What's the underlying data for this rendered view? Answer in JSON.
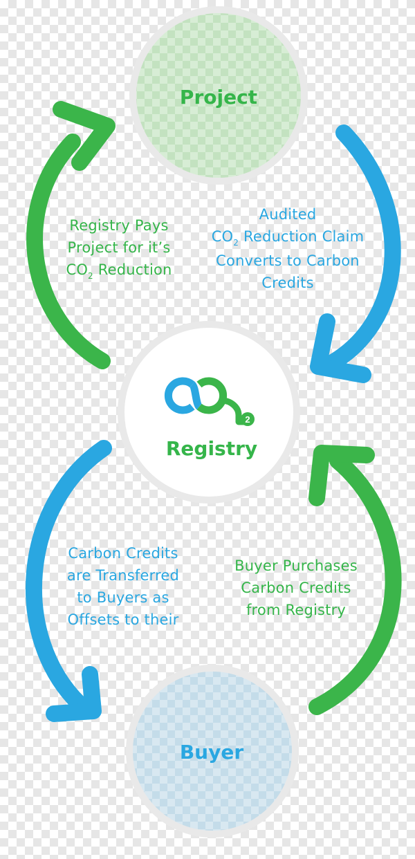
{
  "nodes": {
    "project": {
      "title": "Project"
    },
    "registry": {
      "title": "Registry",
      "logo_text": "CO",
      "logo_sub": "2"
    },
    "buyer": {
      "title": "Buyer"
    }
  },
  "flows": {
    "registry_to_project": {
      "line1": "Registry Pays",
      "line2": "Project for it’s",
      "line3_pre": "CO",
      "line3_sub": "2",
      "line3_post": " Reduction"
    },
    "project_to_registry": {
      "line1": "Audited",
      "line2_pre": "CO",
      "line2_sub": "2",
      "line2_post": " Reduction Claim",
      "line3": "Converts to Carbon",
      "line4": "Credits"
    },
    "registry_to_buyer": {
      "line1": "Carbon Credits",
      "line2": "are Transferred",
      "line3": "to Buyers as",
      "line4": "Offsets to their"
    },
    "buyer_to_registry": {
      "line1": "Buyer Purchases",
      "line2": "Carbon Credits",
      "line3": "from Registry"
    }
  },
  "colors": {
    "green": "#35b54a",
    "blue": "#2aa7e1",
    "circle_border": "#e9e9e9",
    "project_fill": "#cfe9cd",
    "buyer_fill": "#cfe3ee"
  }
}
